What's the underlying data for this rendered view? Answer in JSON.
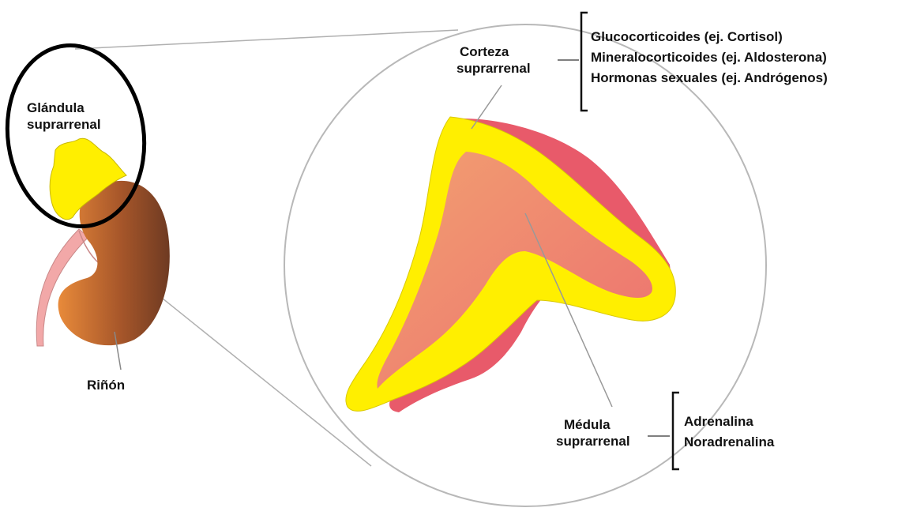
{
  "labels": {
    "gland": [
      "Glándula",
      "suprarrenal"
    ],
    "kidney": "Riñón",
    "cortex": [
      "Corteza",
      "suprarrenal"
    ],
    "medulla": [
      "Médula",
      "suprarrenal"
    ]
  },
  "cortex_hormones": [
    "Glucocorticoides (ej. Cortisol)",
    "Mineralocorticoides (ej. Aldosterona)",
    "Hormonas sexuales (ej. Andrógenos)"
  ],
  "medulla_hormones": [
    "Adrenalina",
    "Noradrenalina"
  ],
  "colors": {
    "cortex_yellow": "#ffef00",
    "medulla_salmon": "#f0907a",
    "capsule_red": "#e85a6a",
    "kidney_dark": "#7a3e24",
    "kidney_light": "#e07a30",
    "ureter_pink": "#f2a8a8"
  }
}
